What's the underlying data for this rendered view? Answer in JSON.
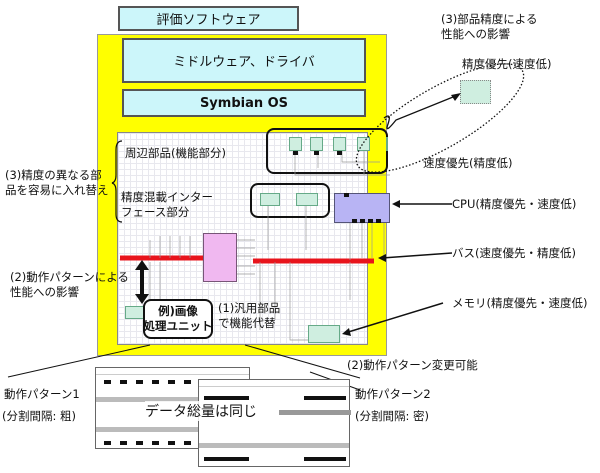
{
  "stack": {
    "eval_software": "評価ソフトウェア",
    "middleware": "ミドルウェア、ドライバ",
    "os": "Symbian OS"
  },
  "colors": {
    "platform_bg": "#ffff00",
    "layer_bg": "#ccf6fa",
    "bus_line": "#e8141c",
    "cpu_block": "#b8b4f4",
    "bus_block": "#f0b8f0",
    "peripheral_chip": "#cfeee0"
  },
  "annotations": {
    "part_accuracy_effect": [
      "(3)部品精度による",
      "性能への影響"
    ],
    "accuracy_first": "精度優先(速度低)",
    "speed_first": "速度優先(精度低)",
    "peripheral_parts": "周辺部品(機能部分)",
    "mixed_interface": [
      "精度混載インター",
      "フェース部分"
    ],
    "swap_parts": [
      "(3)精度の異なる部",
      "品を容易に入れ替え"
    ],
    "pattern_effect": [
      "(2)動作パターンによる",
      "性能への影響"
    ],
    "cpu": "CPU(精度優先・速度低)",
    "bus": "バス(速度優先・精度低)",
    "memory": "メモリ(精度優先・速度低)",
    "example_unit": [
      "例)画像",
      "処理ユニット"
    ],
    "generic_substitute": [
      "(1)汎用部品",
      "で機能代替"
    ],
    "pattern_changeable": "(2)動作パターン変更可能"
  },
  "patterns": {
    "pattern1_label": "動作パターン1",
    "pattern1_interval": "(分割間隔: 粗)",
    "pattern2_label": "動作パターン2",
    "pattern2_interval": "(分割間隔: 密)",
    "same_total": "データ総量は同じ"
  }
}
